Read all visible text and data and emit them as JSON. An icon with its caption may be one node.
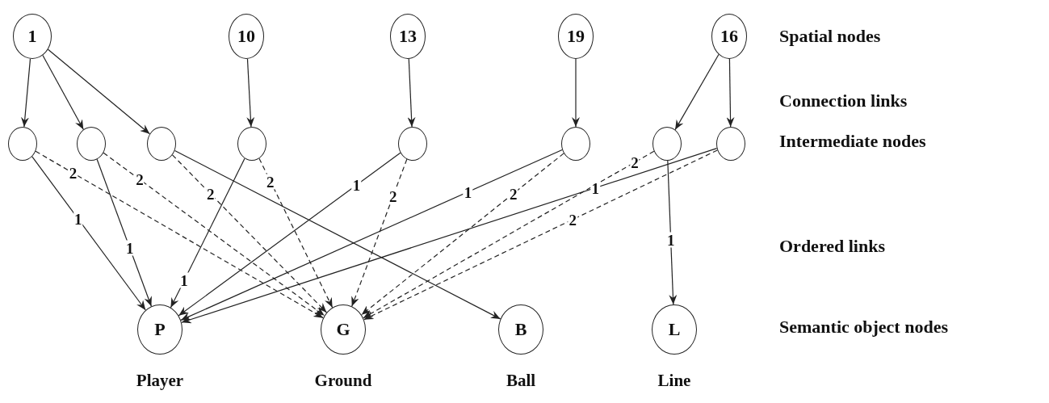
{
  "diagram": {
    "nodes": [
      {
        "text": [
          "1"
        ]
      },
      {
        "text": [
          "10"
        ]
      },
      {
        "text": [
          "13"
        ]
      },
      {
        "text": [
          "19"
        ]
      },
      {
        "text": [
          "16"
        ]
      },
      {
        "text": [],
        "shape": "circle"
      },
      {
        "text": [],
        "shape": "circle"
      },
      {
        "text": [],
        "shape": "circle"
      },
      {
        "text": [],
        "shape": "circle"
      },
      {
        "text": [],
        "shape": "circle"
      },
      {
        "text": [],
        "shape": "circle"
      },
      {
        "text": [],
        "shape": "circle"
      },
      {
        "text": [],
        "shape": "circle"
      },
      {
        "text": [
          "P"
        ],
        "beside": [
          "Player"
        ]
      },
      {
        "text": [
          "G"
        ],
        "beside": [
          "Ground"
        ]
      },
      {
        "text": [
          "B"
        ],
        "beside": [
          "Ball"
        ]
      },
      {
        "text": [
          "L"
        ],
        "beside": [
          "Line"
        ]
      }
    ],
    "edges": [
      {
        "from": 0,
        "to": 5,
        "arrow": "to"
      },
      {
        "from": 0,
        "to": 6,
        "arrow": "to"
      },
      {
        "from": 0,
        "to": 7,
        "arrow": "to"
      },
      {
        "from": 1,
        "to": 8,
        "arrow": "to"
      },
      {
        "from": 2,
        "to": 9,
        "arrow": "to"
      },
      {
        "from": 3,
        "to": 10,
        "arrow": "to"
      },
      {
        "from": 4,
        "to": 11,
        "arrow": "to"
      },
      {
        "from": 4,
        "to": 12,
        "arrow": "to"
      },
      {
        "from": 5,
        "to": 13,
        "arrow": "to",
        "label": "1"
      },
      {
        "from": 5,
        "to": 14,
        "arrow": "to",
        "label": "2",
        "style": "dashed"
      },
      {
        "from": 6,
        "to": 13,
        "arrow": "to",
        "label": "1"
      },
      {
        "from": 6,
        "to": 14,
        "arrow": "to",
        "label": "2",
        "style": "dashed"
      },
      {
        "from": 7,
        "to": 14,
        "arrow": "to",
        "label": "2",
        "style": "dashed"
      },
      {
        "from": 7,
        "to": 15,
        "arrow": "to"
      },
      {
        "from": 8,
        "to": 13,
        "arrow": "to",
        "label": "1"
      },
      {
        "from": 8,
        "to": 14,
        "arrow": "to",
        "label": "2",
        "style": "dashed"
      },
      {
        "from": 9,
        "to": 13,
        "arrow": "to",
        "label": "1"
      },
      {
        "from": 9,
        "to": 14,
        "arrow": "to",
        "label": "2",
        "style": "dashed"
      },
      {
        "from": 10,
        "to": 13,
        "arrow": "to",
        "label": "1"
      },
      {
        "from": 10,
        "to": 14,
        "arrow": "to",
        "label": "2",
        "style": "dashed"
      },
      {
        "from": 11,
        "to": 16,
        "arrow": "to",
        "label": "1"
      },
      {
        "from": 11,
        "to": 14,
        "arrow": "to",
        "label": "2",
        "style": "dashed"
      },
      {
        "from": 12,
        "to": 13,
        "arrow": "to",
        "label": "1"
      },
      {
        "from": 12,
        "to": 14,
        "arrow": "to",
        "label": "2",
        "style": "dashed"
      }
    ],
    "labels": [
      "Spatial nodes",
      "Connection links",
      "Intermediate nodes",
      "Ordered links",
      "Semantic object nodes"
    ]
  }
}
